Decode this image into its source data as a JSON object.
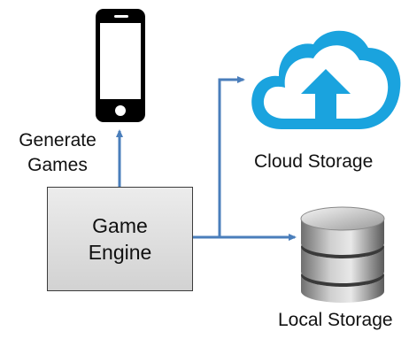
{
  "engine": {
    "line1": "Game",
    "line2": "Engine"
  },
  "labels": {
    "generate_line1": "Generate",
    "generate_line2": "Games",
    "cloud": "Cloud Storage",
    "local": "Local Storage"
  },
  "colors": {
    "arrow": "#4a7ebb",
    "cloud": "#1aa3de",
    "phone": "#000000",
    "box_border": "#3c3c3c"
  },
  "icons": [
    "smartphone-icon",
    "cloud-upload-icon",
    "database-icon"
  ]
}
